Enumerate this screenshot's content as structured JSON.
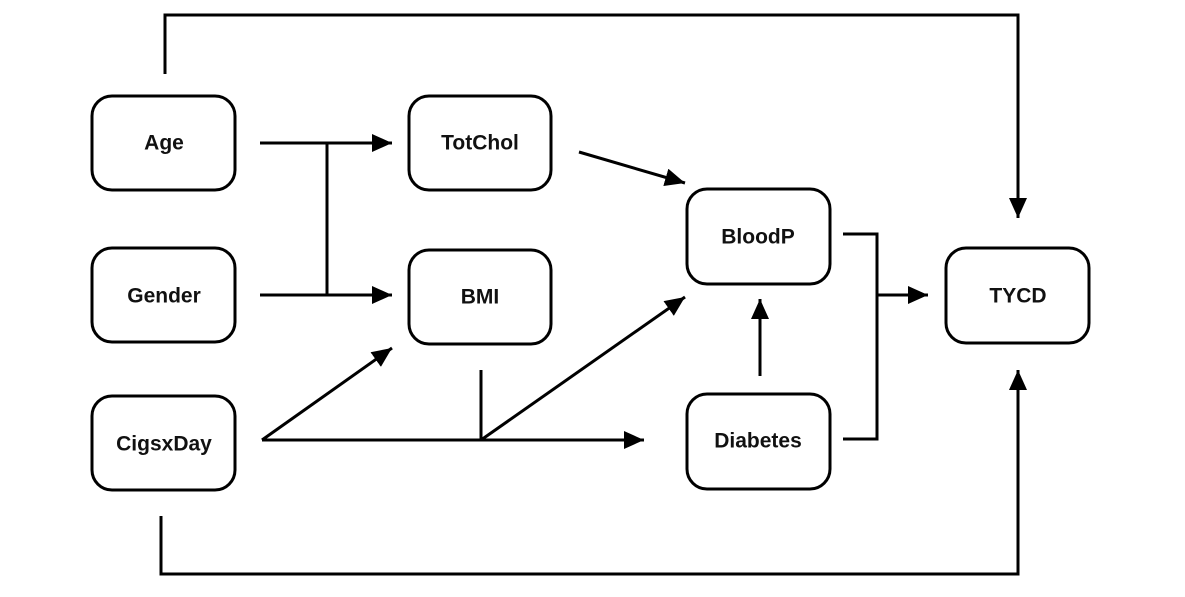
{
  "nodes": {
    "age": "Age",
    "gender": "Gender",
    "cigsxday": "CigsxDay",
    "totchol": "TotChol",
    "bmi": "BMI",
    "bloodp": "BloodP",
    "diabetes": "Diabetes",
    "tycd": "TYCD"
  },
  "edges": [
    {
      "from": "Age",
      "to": "TotChol"
    },
    {
      "from": "Age",
      "to": "BMI"
    },
    {
      "from": "Gender",
      "to": "TotChol"
    },
    {
      "from": "Gender",
      "to": "BMI"
    },
    {
      "from": "CigsxDay",
      "to": "BMI"
    },
    {
      "from": "CigsxDay",
      "to": "BloodP"
    },
    {
      "from": "CigsxDay",
      "to": "Diabetes"
    },
    {
      "from": "BMI",
      "to": "BloodP"
    },
    {
      "from": "BMI",
      "to": "Diabetes"
    },
    {
      "from": "TotChol",
      "to": "BloodP"
    },
    {
      "from": "Diabetes",
      "to": "BloodP"
    },
    {
      "from": "BloodP",
      "to": "TYCD"
    },
    {
      "from": "Diabetes",
      "to": "TYCD"
    },
    {
      "from": "Age",
      "to": "TYCD"
    },
    {
      "from": "CigsxDay",
      "to": "TYCD"
    }
  ],
  "colors": {
    "stroke": "#000000",
    "node_fill": "#ffffff",
    "text": "#111111"
  }
}
